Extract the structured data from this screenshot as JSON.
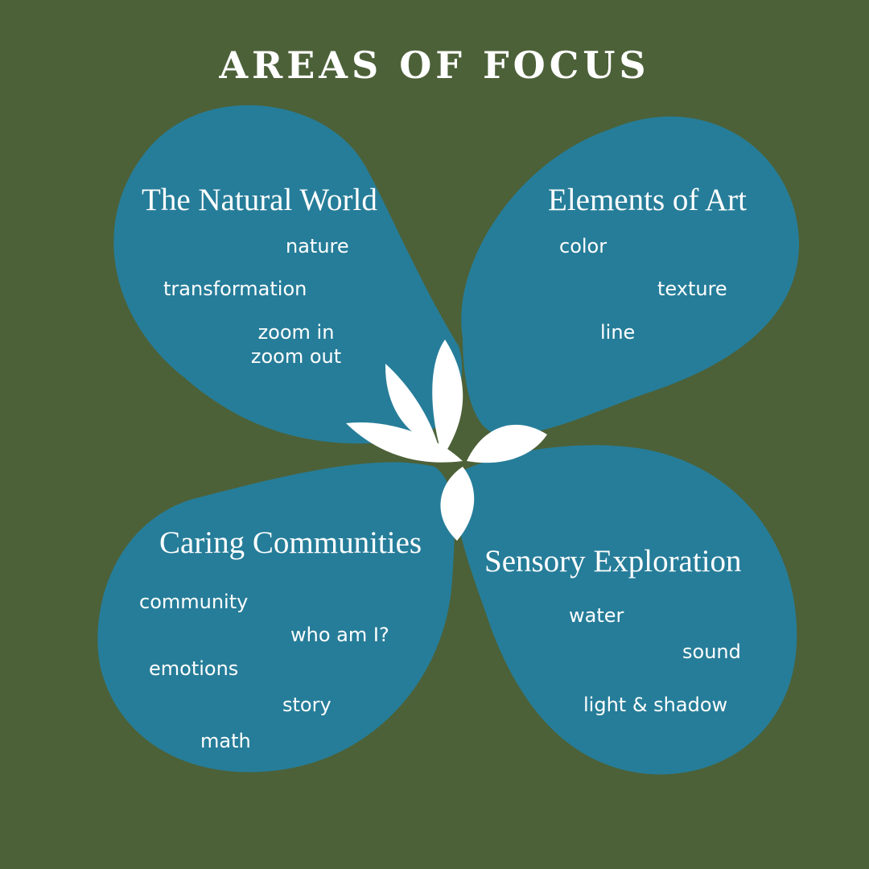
{
  "title": "AREAS OF FOCUS",
  "colors": {
    "background": "#4c6138",
    "petal": "#267d99",
    "flower": "#ffffff",
    "text": "#ffffff"
  },
  "center_icon": "white-flower-icon",
  "areas": [
    {
      "heading": "The Natural World",
      "items": [
        "nature",
        "transformation",
        "zoom in",
        "zoom out"
      ]
    },
    {
      "heading": "Elements of Art",
      "items": [
        "color",
        "texture",
        "line"
      ]
    },
    {
      "heading": "Caring Communities",
      "items": [
        "community",
        "who am I?",
        "emotions",
        "story",
        "math"
      ]
    },
    {
      "heading": "Sensory Exploration",
      "items": [
        "water",
        "sound",
        "light & shadow"
      ]
    }
  ]
}
